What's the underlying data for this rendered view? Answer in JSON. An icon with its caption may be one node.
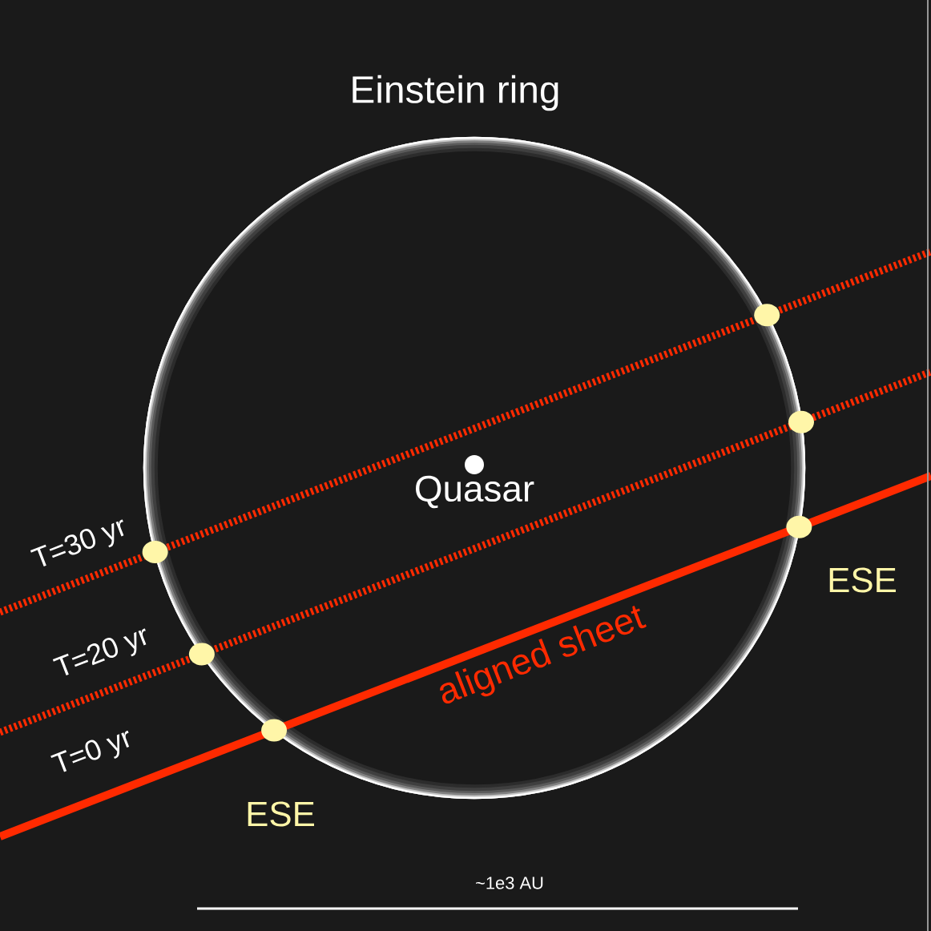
{
  "diagram": {
    "labels": [
      "Einstein ring",
      "Quasar",
      "T=30 yr",
      "T=20 yr",
      "T=0 yr",
      "aligned sheet",
      "ESE",
      "ESE",
      "~1e3 AU"
    ]
  }
}
